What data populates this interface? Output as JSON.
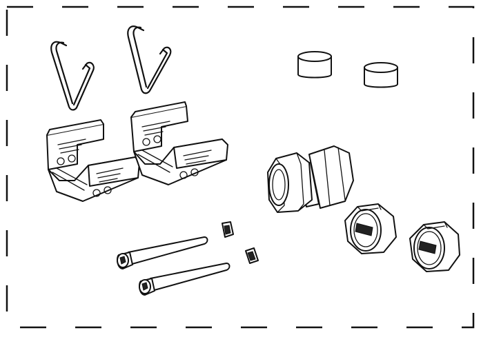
{
  "diagram": {
    "frame_style": "dashed",
    "parts": [
      {
        "name": "wire-clip",
        "count": 2
      },
      {
        "name": "mounting-bracket",
        "count": 2
      },
      {
        "name": "rubber-sleeve",
        "count": 2
      },
      {
        "name": "cable-gland",
        "count": 1
      },
      {
        "name": "sealing-cap",
        "count": 2
      },
      {
        "name": "hex-socket-screw",
        "count": 2
      },
      {
        "name": "square-nut",
        "count": 2
      }
    ],
    "colors": {
      "stroke": "#111111",
      "background": "#ffffff"
    }
  }
}
